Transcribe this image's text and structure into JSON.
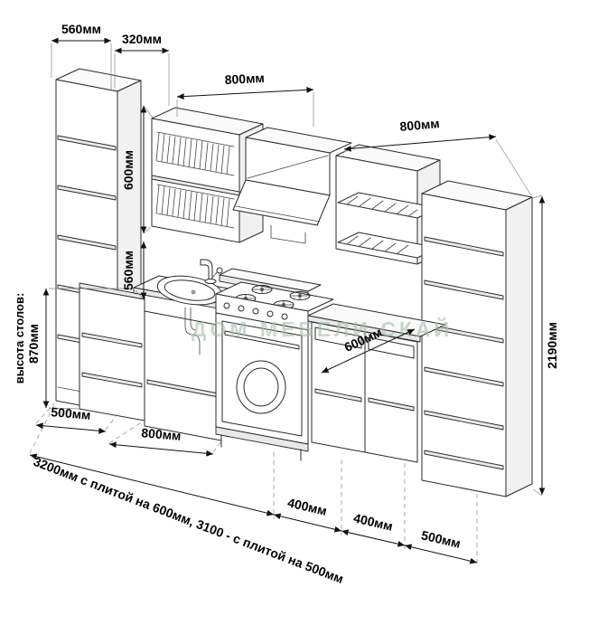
{
  "watermark": {
    "text": "ДОМ МЕБЕЛИ СКАЙ"
  },
  "labels": {
    "top_width_left": "560мм",
    "top_gap": "320мм",
    "upper_run_width": "800мм",
    "upper_right_width": "800мм",
    "rack_section_height": "600мм",
    "rack_to_counter_height": "560мм",
    "counter_height_caption": "высота столов:",
    "counter_height": "870мм",
    "base_left_width": "500мм",
    "base_sink_width": "800мм",
    "counter_depth": "600мм",
    "total_height": "2190мм",
    "base_run_w1": "400мм",
    "base_run_w2": "400мм",
    "base_run_w3": "500мм",
    "total_length_note": "3200мм с плитой на 600мм, 3100 - с плитой на 500мм"
  }
}
